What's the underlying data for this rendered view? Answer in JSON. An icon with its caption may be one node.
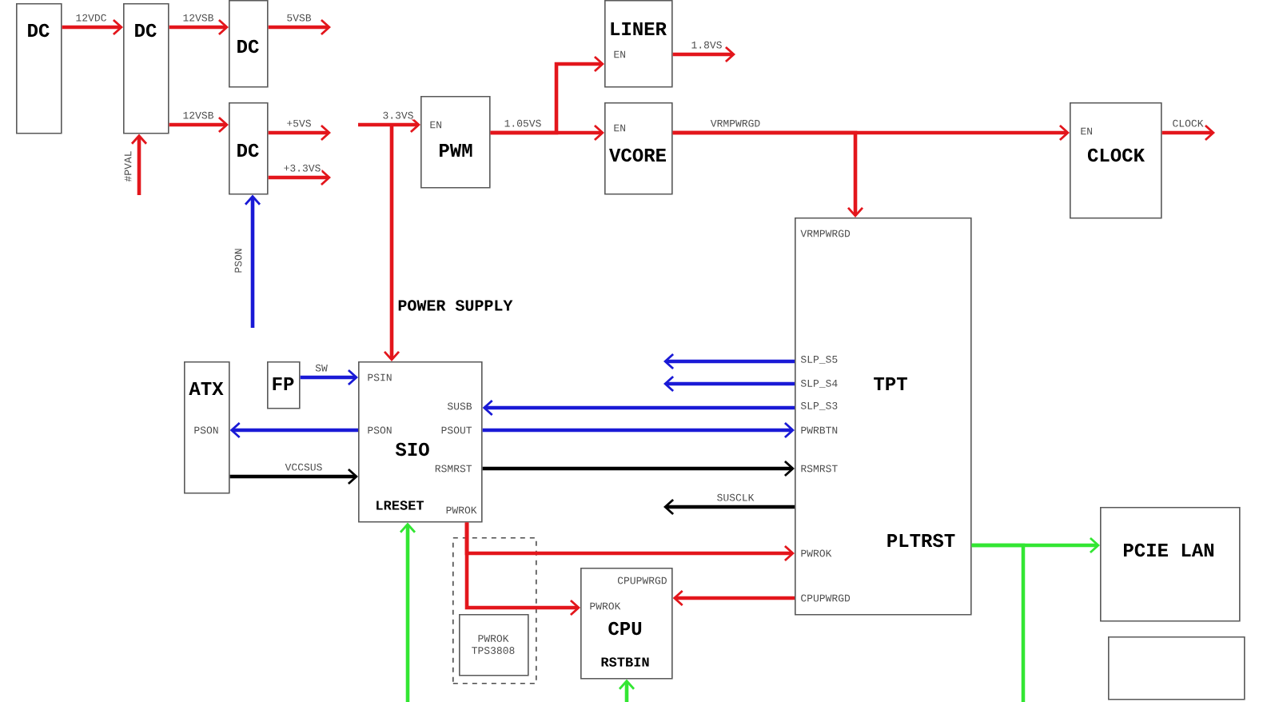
{
  "diagram": {
    "nodes": [
      {
        "text": [
          "DC"
        ]
      },
      {
        "text": [
          "DC"
        ]
      },
      {
        "text": [
          "DC"
        ]
      },
      {
        "text": [
          "DC"
        ]
      },
      {
        "text": [
          "EN",
          "PWM"
        ]
      },
      {
        "text": [
          "LINER",
          "EN"
        ]
      },
      {
        "text": [
          "EN",
          "VCORE"
        ]
      },
      {
        "text": [
          "EN",
          "CLOCK"
        ]
      },
      {
        "text": [
          "VRMPWRGD",
          "SLP_S5",
          "SLP_S4",
          "SLP_S3",
          "PWRBTN",
          "RSMRST",
          "TPT",
          "PWROK",
          "PLTRST",
          "CPUPWRGD"
        ]
      },
      {
        "text": [
          "ATX",
          "PSON"
        ]
      },
      {
        "text": [
          "FP"
        ]
      },
      {
        "text": [
          "PSIN",
          "SUSB",
          "PSON",
          "PSOUT",
          "SIO",
          "RSMRST",
          "LRESET",
          "PWROK"
        ]
      },
      {
        "text": [],
        "shape": "dashed-box"
      },
      {
        "text": [
          "PWROK TPS3808"
        ],
        "in": 12
      },
      {
        "text": [
          "PWROK",
          "CPUPWRGD",
          "CPU",
          "RSTBIN"
        ]
      },
      {
        "text": [
          "PCIE LAN"
        ]
      },
      {
        "text": [],
        "shape": "box"
      }
    ],
    "edges": [
      {
        "from": 0,
        "to": 1,
        "arrow": "to",
        "label": "12VDC"
      },
      {
        "from": 1,
        "to": 2,
        "arrow": "to",
        "label": "12VSB"
      },
      {
        "from": 2,
        "to": null,
        "arrow": "to",
        "label": "5VSB"
      },
      {
        "from": 1,
        "to": 3,
        "arrow": "to",
        "label": "12VSB"
      },
      {
        "from": null,
        "to": 1,
        "arrow": "to",
        "label": "#PVAL"
      },
      {
        "from": 3,
        "to": null,
        "arrow": "to",
        "label": "+5VS"
      },
      {
        "from": 3,
        "to": null,
        "arrow": "to",
        "label": "+3.3VS"
      },
      {
        "from": null,
        "to": 3,
        "arrow": "to",
        "label": "PSON",
        "color": "#1a1ad6"
      },
      {
        "from": null,
        "to": 4,
        "arrow": "to",
        "label": "3.3VS"
      },
      {
        "from": null,
        "to": 11,
        "arrow": "to",
        "label": "POWER SUPPLY"
      },
      {
        "from": 4,
        "to": 5,
        "arrow": "to"
      },
      {
        "from": 4,
        "to": 6,
        "arrow": "to",
        "label": "1.05VS"
      },
      {
        "from": 5,
        "to": null,
        "arrow": "to",
        "label": "1.8VS"
      },
      {
        "from": 6,
        "to": 7,
        "arrow": "to",
        "label": "VRMPWRGD"
      },
      {
        "from": 6,
        "to": 8,
        "arrow": "to"
      },
      {
        "from": 7,
        "to": null,
        "arrow": "to",
        "label": "CLOCK"
      },
      {
        "from": 10,
        "to": 11,
        "arrow": "to",
        "label": "SW",
        "color": "#1a1ad6"
      },
      {
        "from": 11,
        "to": 9,
        "arrow": "to",
        "color": "#1a1ad6"
      },
      {
        "from": 9,
        "to": 11,
        "arrow": "to",
        "label": "VCCSUS",
        "color": "#000000"
      },
      {
        "from": 8,
        "to": null,
        "arrow": "to",
        "color": "#1a1ad6"
      },
      {
        "from": 8,
        "to": null,
        "arrow": "to",
        "color": "#1a1ad6"
      },
      {
        "from": 8,
        "to": 11,
        "arrow": "to",
        "color": "#1a1ad6"
      },
      {
        "from": 11,
        "to": 8,
        "arrow": "to",
        "color": "#1a1ad6"
      },
      {
        "from": 11,
        "to": 8,
        "arrow": "to",
        "color": "#000000"
      },
      {
        "from": 8,
        "to": null,
        "arrow": "to",
        "label": "SUSCLK",
        "color": "#000000"
      },
      {
        "from": 11,
        "to": 8,
        "arrow": "to"
      },
      {
        "from": 11,
        "to": 14,
        "arrow": "to"
      },
      {
        "from": 8,
        "to": 14,
        "arrow": "to"
      },
      {
        "from": 8,
        "to": 15,
        "arrow": "to",
        "color": "#33e633"
      },
      {
        "from": 8,
        "to": null,
        "arrow": "none",
        "color": "#33e633"
      },
      {
        "from": null,
        "to": 11,
        "arrow": "to",
        "color": "#33e633"
      },
      {
        "from": null,
        "to": 14,
        "arrow": "to",
        "color": "#33e633"
      }
    ]
  }
}
